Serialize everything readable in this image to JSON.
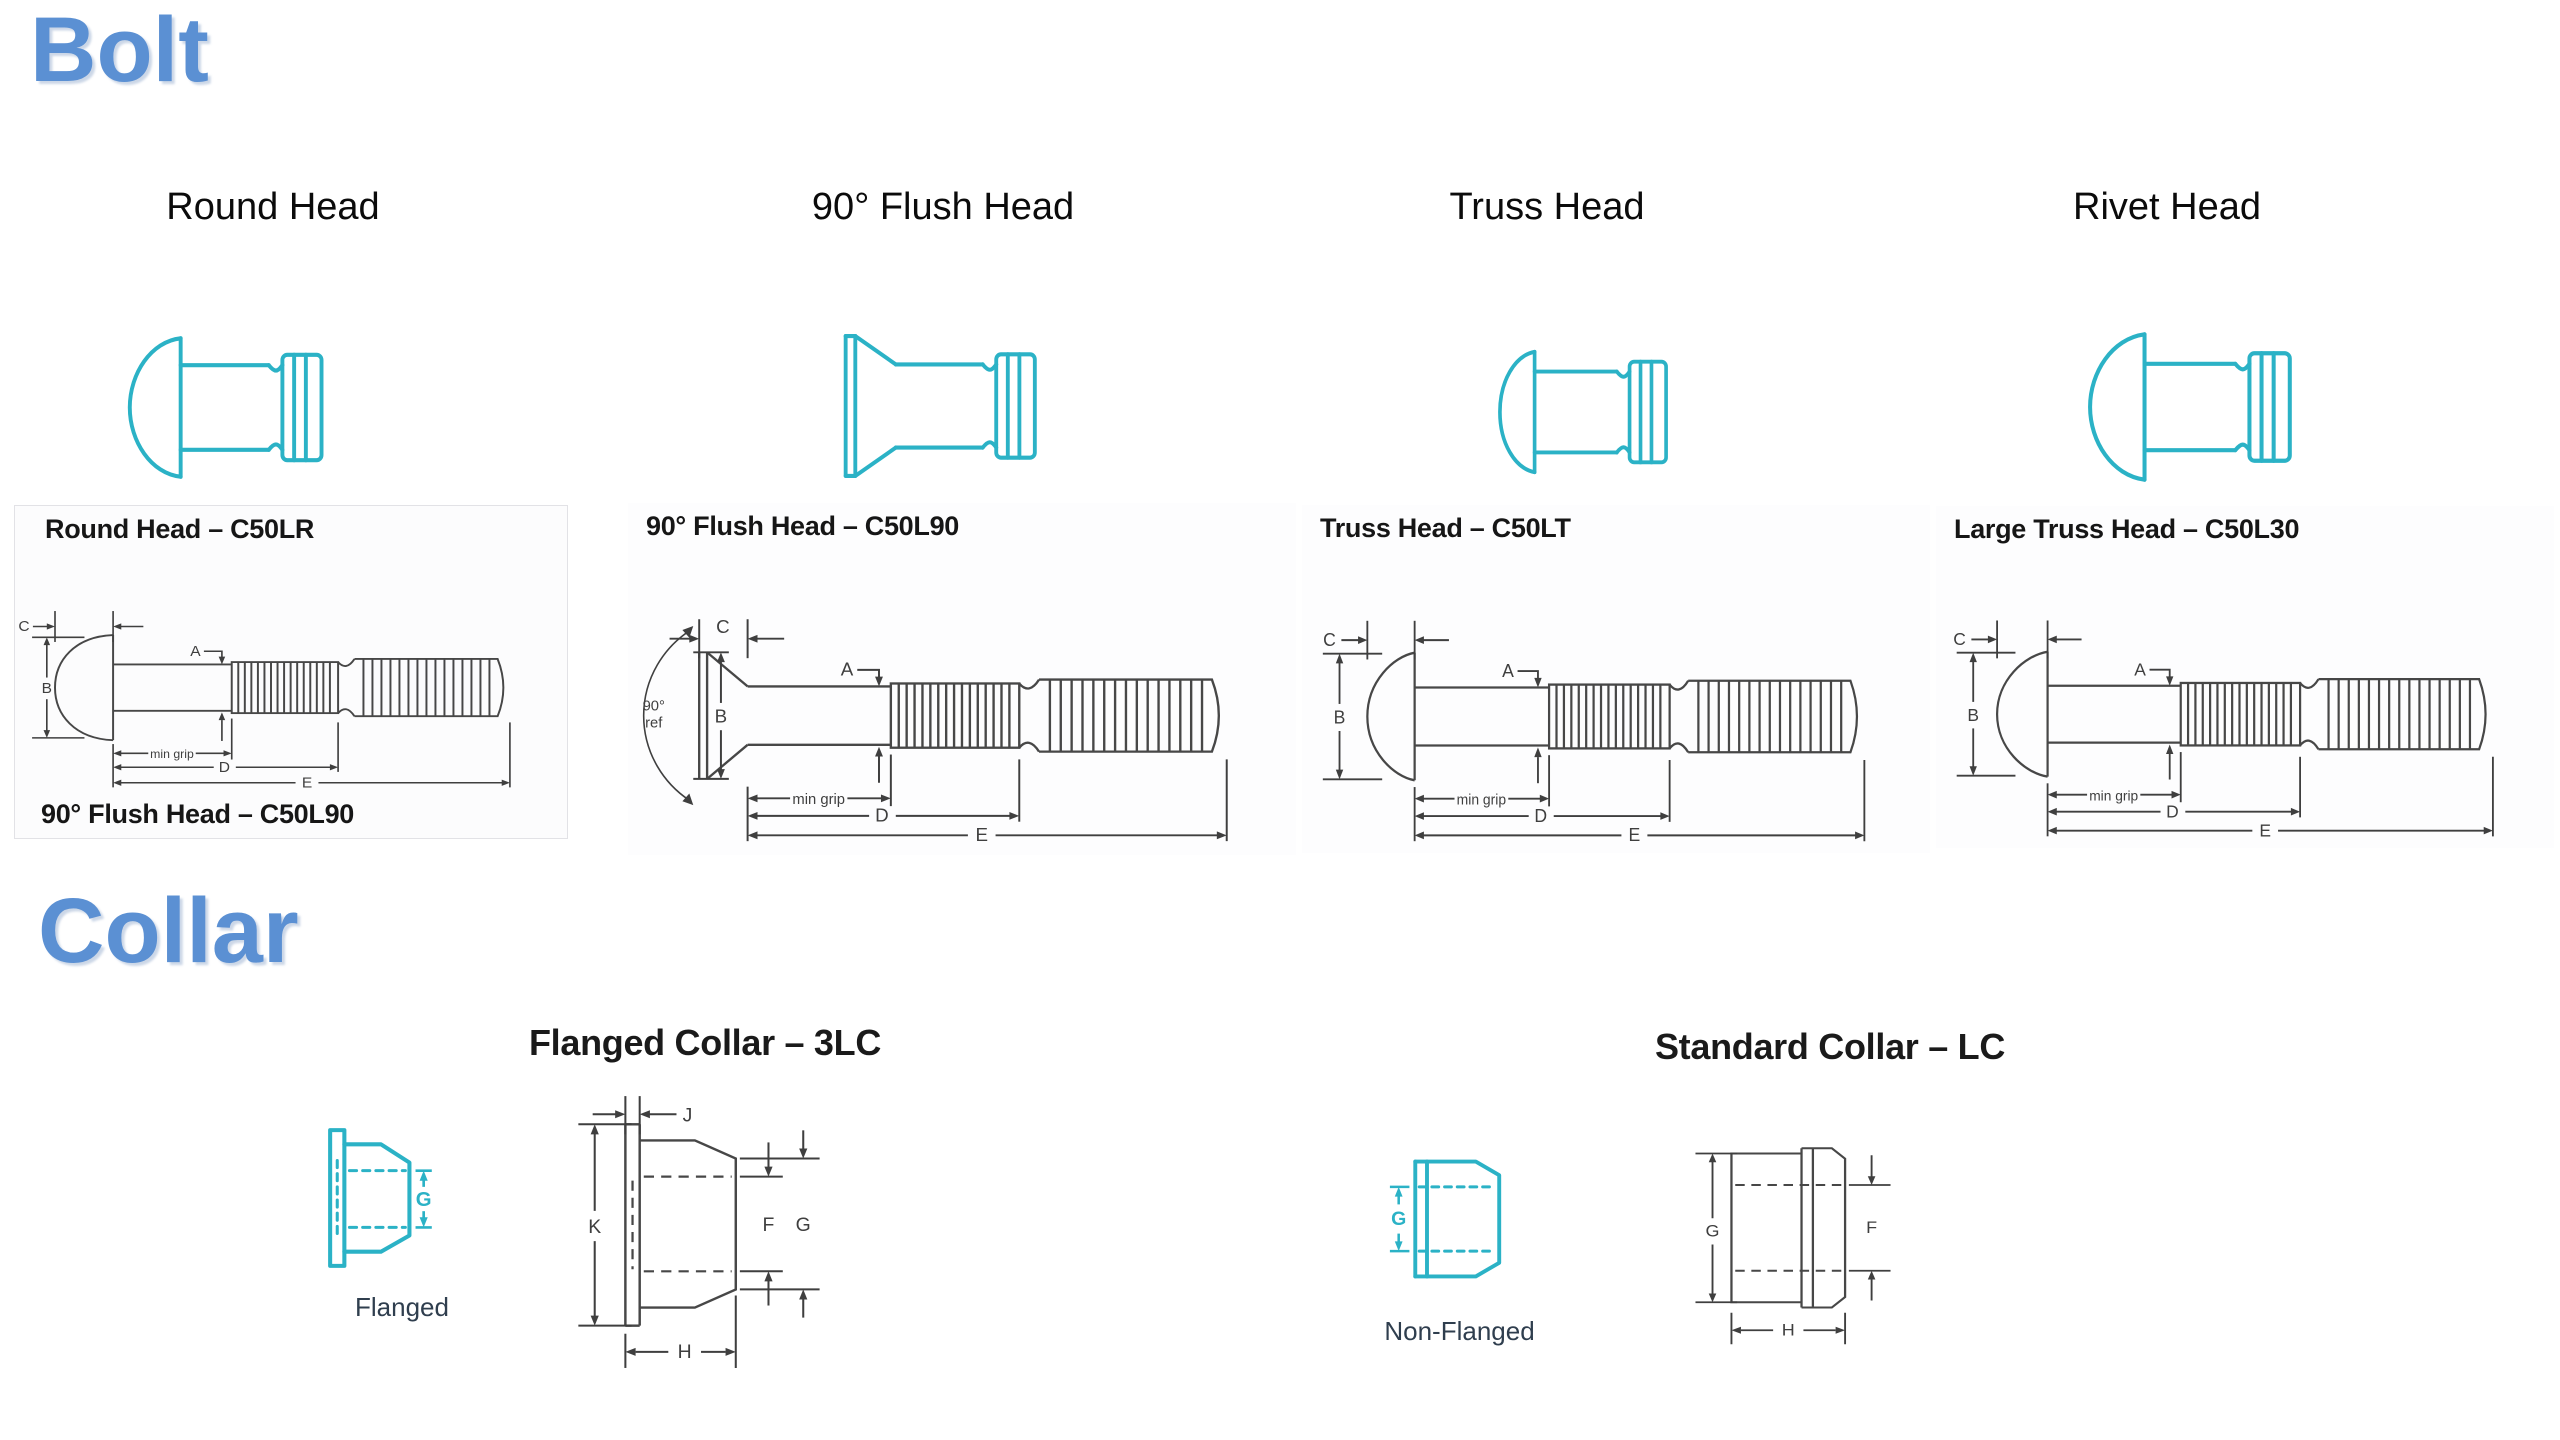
{
  "sections": {
    "bolt": "Bolt",
    "collar": "Collar"
  },
  "bolt_types": [
    {
      "label": "Round Head",
      "icon": "round-head-bolt-icon"
    },
    {
      "label": "90° Flush Head",
      "icon": "flush-head-bolt-icon"
    },
    {
      "label": "Truss Head",
      "icon": "truss-head-bolt-icon"
    },
    {
      "label": "Rivet Head",
      "icon": "rivet-head-bolt-icon"
    }
  ],
  "bolt_panels": [
    {
      "title": "Round Head – C50LR",
      "footer": "90° Flush Head – C50L90"
    },
    {
      "title": "90° Flush Head – C50L90"
    },
    {
      "title": "Truss Head – C50LT"
    },
    {
      "title": "Large Truss Head – C50L30"
    }
  ],
  "bolt_dims": {
    "a": "A",
    "b": "B",
    "c": "C",
    "d": "D",
    "e": "E",
    "min_grip": "min grip",
    "ref_angle": "90°",
    "ref_word": "ref"
  },
  "collar_groups": [
    {
      "title": "Flanged Collar – 3LC",
      "icon_caption": "Flanged",
      "icon_dim": "G",
      "icon": "flanged-collar-icon"
    },
    {
      "title": "Standard Collar – LC",
      "icon_caption": "Non-Flanged",
      "icon_dim": "G",
      "icon": "non-flanged-collar-icon"
    }
  ],
  "collar_dims": {
    "j": "J",
    "k": "K",
    "f": "F",
    "g": "G",
    "h": "H"
  },
  "colors": {
    "heading_blue": "#5B90D3",
    "drawing_teal": "#2BB2C6",
    "diagram_gray": "#474747"
  }
}
